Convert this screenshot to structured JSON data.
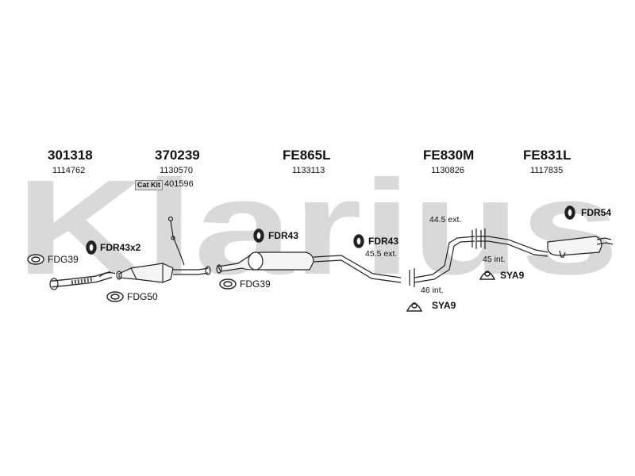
{
  "watermark": {
    "text": "Klarius",
    "color": "#d9d9d9"
  },
  "parts": [
    {
      "number": "301318",
      "oe": "1114762"
    },
    {
      "number": "370239",
      "oe": "1130570"
    },
    {
      "number": "FE865L",
      "oe": "1133113"
    },
    {
      "number": "FE830M",
      "oe": "1130826"
    },
    {
      "number": "FE831L",
      "oe": "1117835"
    }
  ],
  "cat_kit": {
    "badge": "Cat Kit",
    "number": "401596"
  },
  "fittings": {
    "fdr43x2": "FDR43x2",
    "fdg39_left": "FDG39",
    "fdg50": "FDG50",
    "fdr43_mid": "FDR43",
    "fdg39_mid": "FDG39",
    "fdr43_right": "FDR43",
    "sya9_lower": "SYA9",
    "sya9_upper": "SYA9",
    "fdr54": "FDR54"
  },
  "notes": {
    "ext_455": "45.5 ext.",
    "ext_445": "44.5 ext.",
    "int_46": "46 int.",
    "int_45": "45 int."
  }
}
